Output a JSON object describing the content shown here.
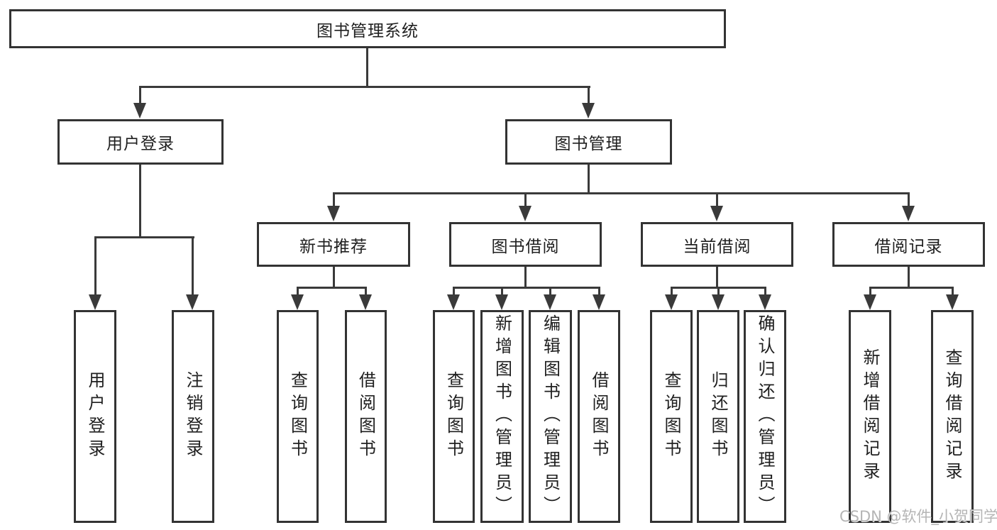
{
  "colors": {
    "line": "#3a3a3a",
    "box_border": "#333333",
    "box_fill": "#ffffff",
    "text": "#1f1f1f",
    "watermark": "#b5b5b5",
    "background": "#ffffff"
  },
  "watermark": {
    "text": "CSDN @软件_小贺同学"
  },
  "tree": {
    "root": {
      "label": "图书管理系统"
    },
    "branches": [
      {
        "label": "用户登录",
        "children": [
          {
            "label": "用户登录"
          },
          {
            "label": "注销登录"
          }
        ]
      },
      {
        "label": "图书管理",
        "children": [
          {
            "label": "新书推荐",
            "children": [
              {
                "label": "查询图书"
              },
              {
                "label": "借阅图书"
              }
            ]
          },
          {
            "label": "图书借阅",
            "children": [
              {
                "label": "查询图书"
              },
              {
                "label": "新增图书（管理员）"
              },
              {
                "label": "编辑图书（管理员）"
              },
              {
                "label": "借阅图书"
              }
            ]
          },
          {
            "label": "当前借阅",
            "children": [
              {
                "label": "查询图书"
              },
              {
                "label": "归还图书"
              },
              {
                "label": "确认归还（管理员）"
              }
            ]
          },
          {
            "label": "借阅记录",
            "children": [
              {
                "label": "新增借阅记录"
              },
              {
                "label": "查询借阅记录"
              }
            ]
          }
        ]
      }
    ]
  }
}
